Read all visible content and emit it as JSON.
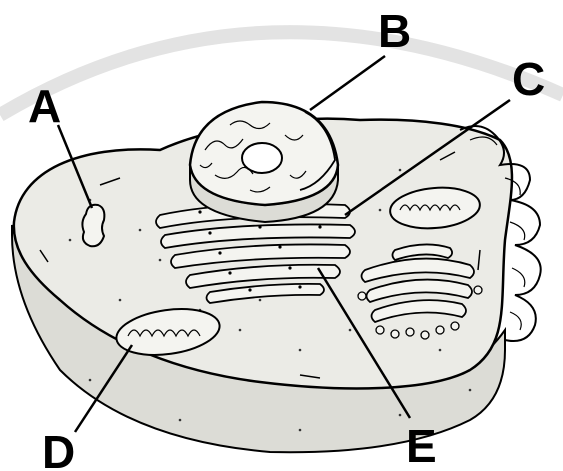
{
  "diagram": {
    "labels": {
      "a": "A",
      "b": "B",
      "c": "C",
      "d": "D",
      "e": "E"
    },
    "colors": {
      "ink": "#000000",
      "cell_fill": "#ebebe6",
      "background": "#ffffff",
      "halo": "#e3e3e3"
    }
  }
}
